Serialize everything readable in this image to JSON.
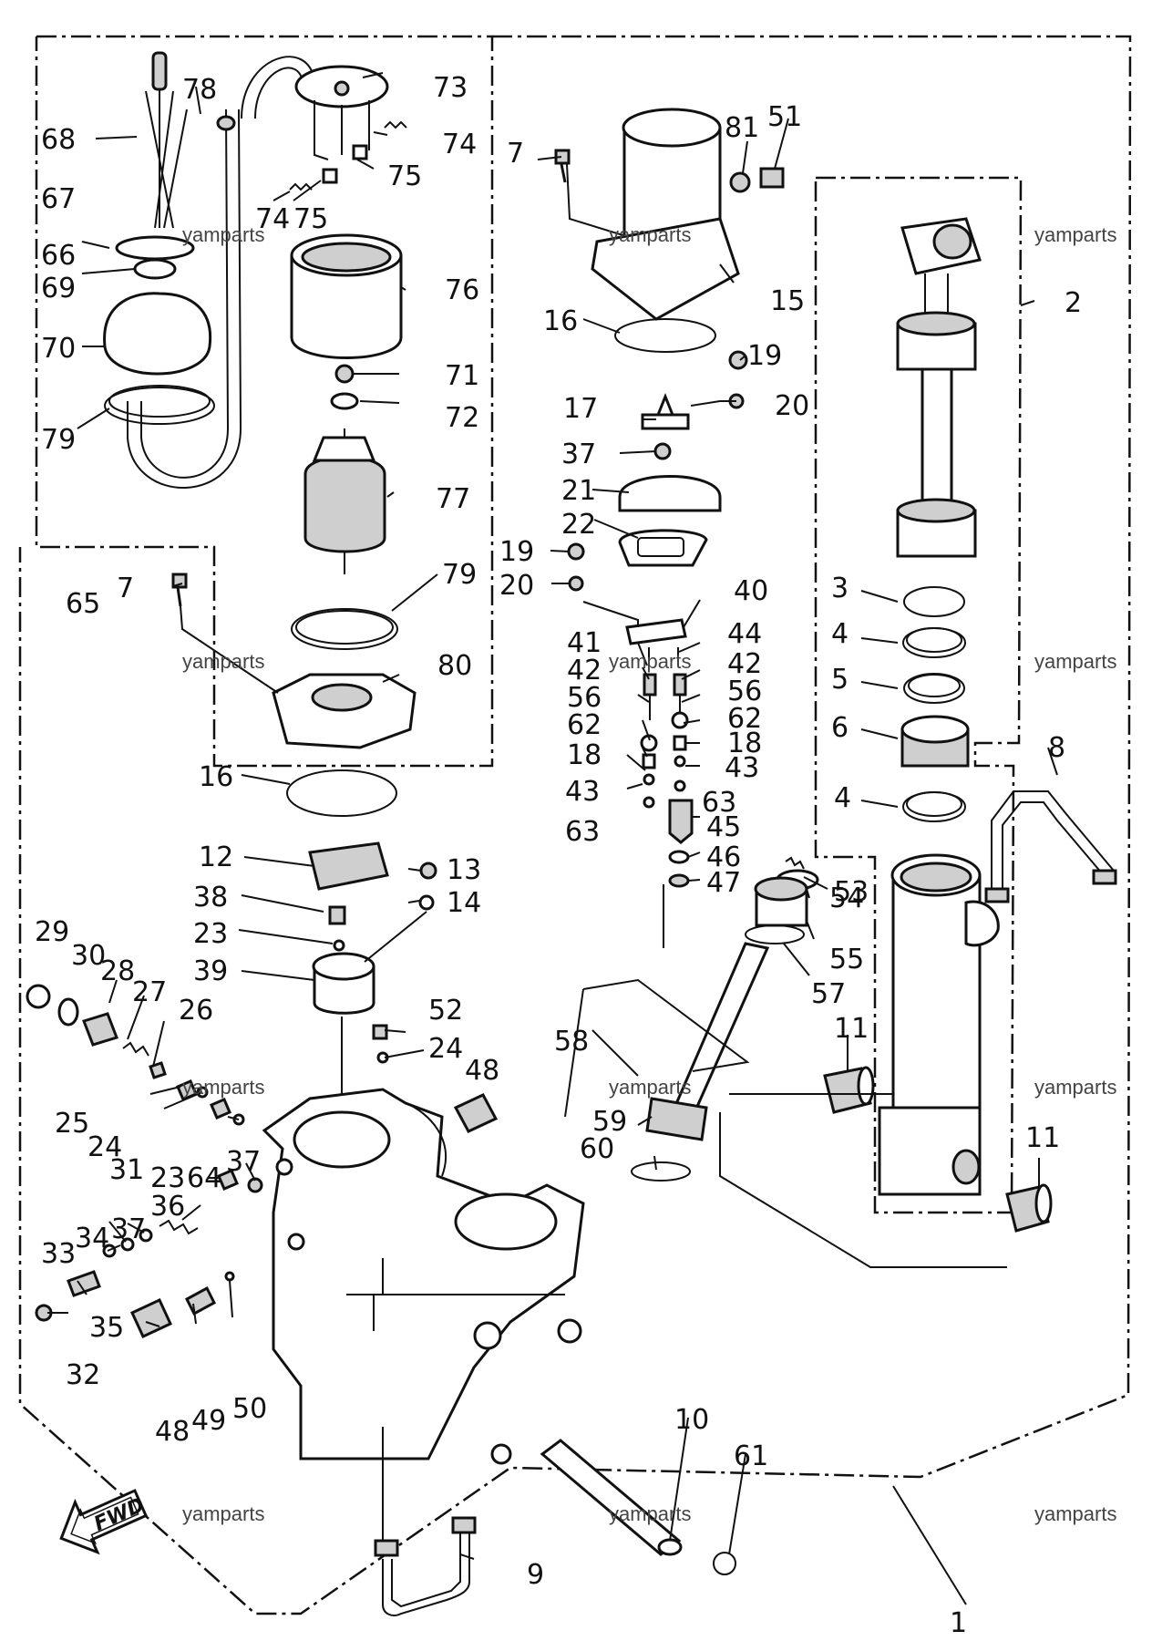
{
  "watermark": "yamparts",
  "fwd_label": "FWD",
  "callouts": [
    {
      "id": "c78",
      "text": "78"
    },
    {
      "id": "c73",
      "text": "73"
    },
    {
      "id": "c68",
      "text": "68"
    },
    {
      "id": "c74a",
      "text": "74"
    },
    {
      "id": "c75a",
      "text": "75"
    },
    {
      "id": "c67",
      "text": "67"
    },
    {
      "id": "c74b",
      "text": "74"
    },
    {
      "id": "c75b",
      "text": "75"
    },
    {
      "id": "c66",
      "text": "66"
    },
    {
      "id": "c69",
      "text": "69"
    },
    {
      "id": "c76",
      "text": "76"
    },
    {
      "id": "c70",
      "text": "70"
    },
    {
      "id": "c71",
      "text": "71"
    },
    {
      "id": "c72",
      "text": "72"
    },
    {
      "id": "c79a",
      "text": "79"
    },
    {
      "id": "c77",
      "text": "77"
    },
    {
      "id": "c65",
      "text": "65"
    },
    {
      "id": "c79b",
      "text": "79"
    },
    {
      "id": "c7b",
      "text": "7"
    },
    {
      "id": "c80",
      "text": "80"
    },
    {
      "id": "c16b",
      "text": "16"
    },
    {
      "id": "c12",
      "text": "12"
    },
    {
      "id": "c13",
      "text": "13"
    },
    {
      "id": "c38",
      "text": "38"
    },
    {
      "id": "c14",
      "text": "14"
    },
    {
      "id": "c23a",
      "text": "23"
    },
    {
      "id": "c39",
      "text": "39"
    },
    {
      "id": "c29",
      "text": "29"
    },
    {
      "id": "c30",
      "text": "30"
    },
    {
      "id": "c28",
      "text": "28"
    },
    {
      "id": "c27",
      "text": "27"
    },
    {
      "id": "c26",
      "text": "26"
    },
    {
      "id": "c52",
      "text": "52"
    },
    {
      "id": "c24a",
      "text": "24"
    },
    {
      "id": "c48a",
      "text": "48"
    },
    {
      "id": "c25",
      "text": "25"
    },
    {
      "id": "c24b",
      "text": "24"
    },
    {
      "id": "c31",
      "text": "31"
    },
    {
      "id": "c23b",
      "text": "23"
    },
    {
      "id": "c64",
      "text": "64"
    },
    {
      "id": "c37a",
      "text": "37"
    },
    {
      "id": "c36",
      "text": "36"
    },
    {
      "id": "c33",
      "text": "33"
    },
    {
      "id": "c34",
      "text": "34"
    },
    {
      "id": "c37b",
      "text": "37"
    },
    {
      "id": "c35",
      "text": "35"
    },
    {
      "id": "c32",
      "text": "32"
    },
    {
      "id": "c48b",
      "text": "48"
    },
    {
      "id": "c49",
      "text": "49"
    },
    {
      "id": "c50",
      "text": "50"
    },
    {
      "id": "c7a",
      "text": "7"
    },
    {
      "id": "c81",
      "text": "81"
    },
    {
      "id": "c51",
      "text": "51"
    },
    {
      "id": "c15",
      "text": "15"
    },
    {
      "id": "c16a",
      "text": "16"
    },
    {
      "id": "c19a",
      "text": "19"
    },
    {
      "id": "c17",
      "text": "17"
    },
    {
      "id": "c20a",
      "text": "20"
    },
    {
      "id": "c37c",
      "text": "37"
    },
    {
      "id": "c21",
      "text": "21"
    },
    {
      "id": "c22",
      "text": "22"
    },
    {
      "id": "c19b",
      "text": "19"
    },
    {
      "id": "c20b",
      "text": "20"
    },
    {
      "id": "c40",
      "text": "40"
    },
    {
      "id": "c41",
      "text": "41"
    },
    {
      "id": "c44",
      "text": "44"
    },
    {
      "id": "c42a",
      "text": "42"
    },
    {
      "id": "c42b",
      "text": "42"
    },
    {
      "id": "c56a",
      "text": "56"
    },
    {
      "id": "c56b",
      "text": "56"
    },
    {
      "id": "c62a",
      "text": "62"
    },
    {
      "id": "c62b",
      "text": "62"
    },
    {
      "id": "c18a",
      "text": "18"
    },
    {
      "id": "c18b",
      "text": "18"
    },
    {
      "id": "c43a",
      "text": "43"
    },
    {
      "id": "c43b",
      "text": "43"
    },
    {
      "id": "c63a",
      "text": "63"
    },
    {
      "id": "c63b",
      "text": "63"
    },
    {
      "id": "c45",
      "text": "45"
    },
    {
      "id": "c46",
      "text": "46"
    },
    {
      "id": "c47",
      "text": "47"
    },
    {
      "id": "c53",
      "text": "53"
    },
    {
      "id": "c54",
      "text": "54"
    },
    {
      "id": "c55",
      "text": "55"
    },
    {
      "id": "c57",
      "text": "57"
    },
    {
      "id": "c58",
      "text": "58"
    },
    {
      "id": "c59",
      "text": "59"
    },
    {
      "id": "c60",
      "text": "60"
    },
    {
      "id": "c2",
      "text": "2"
    },
    {
      "id": "c3",
      "text": "3"
    },
    {
      "id": "c4a",
      "text": "4"
    },
    {
      "id": "c5",
      "text": "5"
    },
    {
      "id": "c6",
      "text": "6"
    },
    {
      "id": "c4b",
      "text": "4"
    },
    {
      "id": "c8",
      "text": "8"
    },
    {
      "id": "c11a",
      "text": "11"
    },
    {
      "id": "c11b",
      "text": "11"
    },
    {
      "id": "c10",
      "text": "10"
    },
    {
      "id": "c61",
      "text": "61"
    },
    {
      "id": "c9",
      "text": "9"
    },
    {
      "id": "c1",
      "text": "1"
    }
  ]
}
